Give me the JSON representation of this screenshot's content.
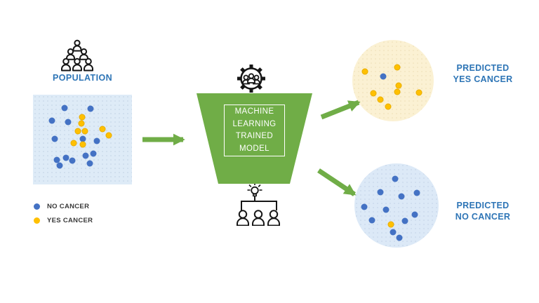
{
  "colors": {
    "green": "#70AD47",
    "no_cancer_dot": "#4472C4",
    "yes_cancer_dot": "#FFC000",
    "population_box_bg": "#DEEBF7",
    "predicted_yes_circle_bg": "#FBF1D3",
    "predicted_no_circle_bg": "#DCE9F7",
    "label_blue": "#2E75B6",
    "legend_text": "#383838",
    "icon_black": "#161616"
  },
  "population": {
    "label": "POPULATION",
    "blue_dots": [
      [
        45,
        19
      ],
      [
        82,
        20
      ],
      [
        27,
        37
      ],
      [
        50,
        39
      ],
      [
        31,
        63
      ],
      [
        71,
        63
      ],
      [
        91,
        66
      ],
      [
        86,
        84
      ],
      [
        75,
        87
      ],
      [
        47,
        90
      ],
      [
        34,
        93
      ],
      [
        56,
        94
      ],
      [
        38,
        101
      ],
      [
        81,
        98
      ]
    ],
    "yellow_dots": [
      [
        70,
        32
      ],
      [
        69,
        41
      ],
      [
        64,
        52
      ],
      [
        74,
        52
      ],
      [
        99,
        49
      ],
      [
        108,
        58
      ],
      [
        58,
        69
      ],
      [
        71,
        71
      ]
    ]
  },
  "legend": {
    "items": [
      {
        "label": "NO CANCER",
        "color": "#4472C4"
      },
      {
        "label": "YES CANCER",
        "color": "#FFC000"
      }
    ]
  },
  "model": {
    "lines": [
      "MACHINE",
      "LEARNING",
      "TRAINED",
      "MODEL"
    ]
  },
  "predicted_yes": {
    "lines": [
      "PREDICTED",
      "YES CANCER"
    ],
    "blue_dots": [
      [
        44,
        52
      ]
    ],
    "yellow_dots": [
      [
        18,
        45
      ],
      [
        64,
        39
      ],
      [
        66,
        65
      ],
      [
        64,
        74
      ],
      [
        30,
        76
      ],
      [
        40,
        85
      ],
      [
        51,
        95
      ],
      [
        95,
        75
      ]
    ]
  },
  "predicted_no": {
    "lines": [
      "PREDICTED",
      "NO CANCER"
    ],
    "blue_dots": [
      [
        58,
        22
      ],
      [
        37,
        41
      ],
      [
        67,
        47
      ],
      [
        89,
        42
      ],
      [
        14,
        62
      ],
      [
        45,
        66
      ],
      [
        86,
        73
      ],
      [
        25,
        81
      ],
      [
        72,
        82
      ],
      [
        55,
        98
      ],
      [
        64,
        106
      ]
    ],
    "yellow_dots": [
      [
        52,
        87
      ]
    ]
  }
}
